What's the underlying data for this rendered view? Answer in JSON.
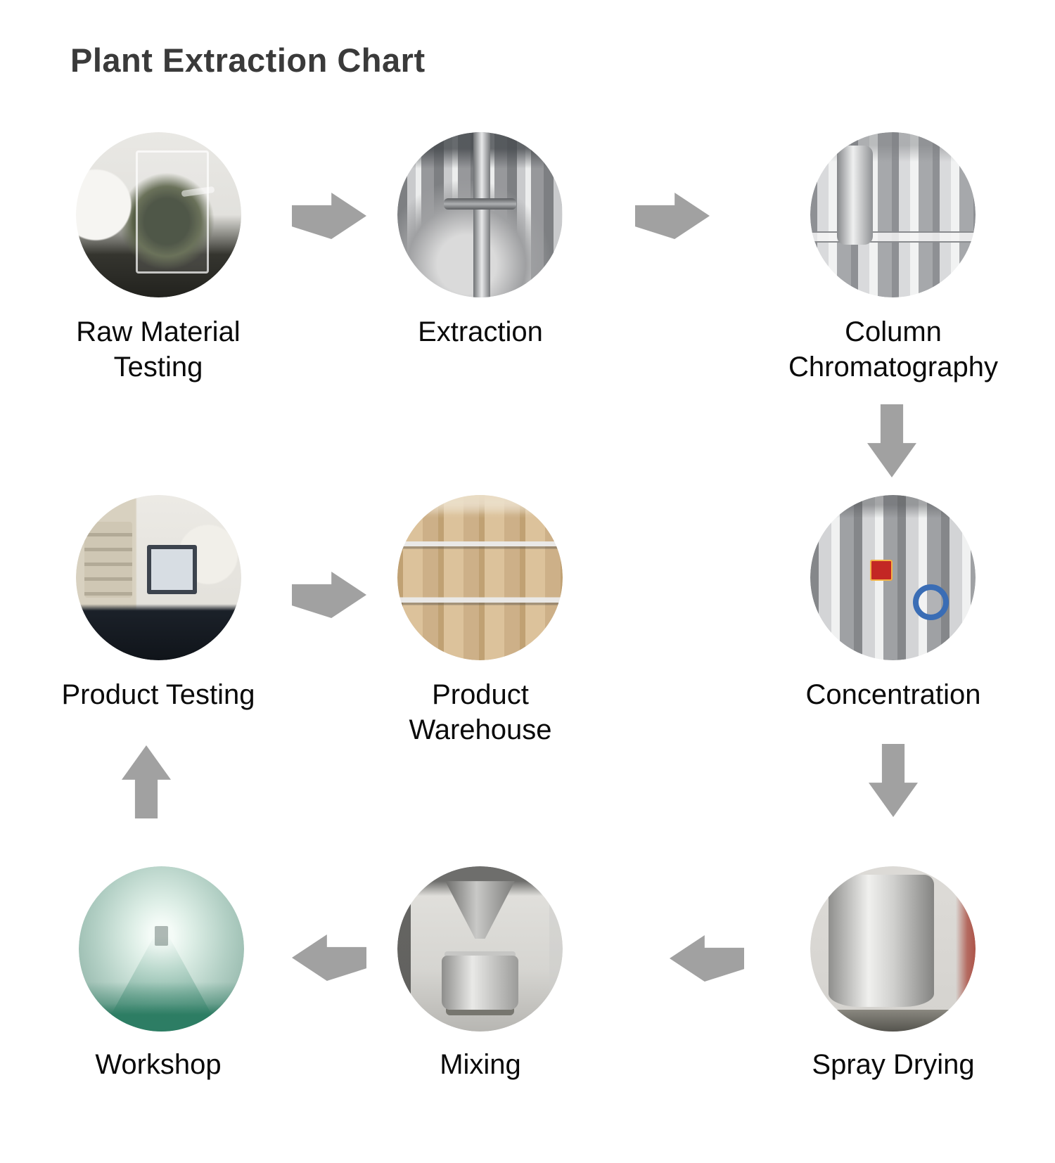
{
  "title": "Plant Extraction Chart",
  "colors": {
    "arrow": "#a1a1a1",
    "title": "#3a3a3a",
    "label": "#0a0a0a"
  },
  "steps": [
    {
      "label": "Raw Material\nTesting",
      "photo": "beaker with dried plant sample on lab bench"
    },
    {
      "label": "Extraction",
      "photo": "stainless steel extraction tanks and piping"
    },
    {
      "label": "Column\nChromatography",
      "photo": "stainless chromatography columns"
    },
    {
      "label": "Product Testing",
      "photo": "technician at analysis instrument with monitor"
    },
    {
      "label": "Product\nWarehouse",
      "photo": "stacked tan fiber drums with steel rings"
    },
    {
      "label": "Concentration",
      "photo": "concentration vessels with red 003 tag and blue valve"
    },
    {
      "label": "Workshop",
      "photo": "teal cleanroom corridor"
    },
    {
      "label": "Mixing",
      "photo": "mixing hopper cone over vibrating sieve"
    },
    {
      "label": "Spray Drying",
      "photo": "large stainless spray drying tower"
    }
  ],
  "flow_order": [
    "Raw Material Testing",
    "Extraction",
    "Column Chromatography",
    "Concentration",
    "Spray Drying",
    "Mixing",
    "Workshop",
    "Product Testing",
    "Product Warehouse"
  ],
  "arrows": [
    {
      "direction": "right",
      "from": "Raw Material Testing",
      "to": "Extraction"
    },
    {
      "direction": "right",
      "from": "Extraction",
      "to": "Column Chromatography"
    },
    {
      "direction": "down",
      "from": "Column Chromatography",
      "to": "Concentration"
    },
    {
      "direction": "down",
      "from": "Concentration",
      "to": "Spray Drying"
    },
    {
      "direction": "left",
      "from": "Spray Drying",
      "to": "Mixing"
    },
    {
      "direction": "left",
      "from": "Mixing",
      "to": "Workshop"
    },
    {
      "direction": "up",
      "from": "Workshop",
      "to": "Product Testing"
    },
    {
      "direction": "right",
      "from": "Product Testing",
      "to": "Product Warehouse"
    }
  ]
}
